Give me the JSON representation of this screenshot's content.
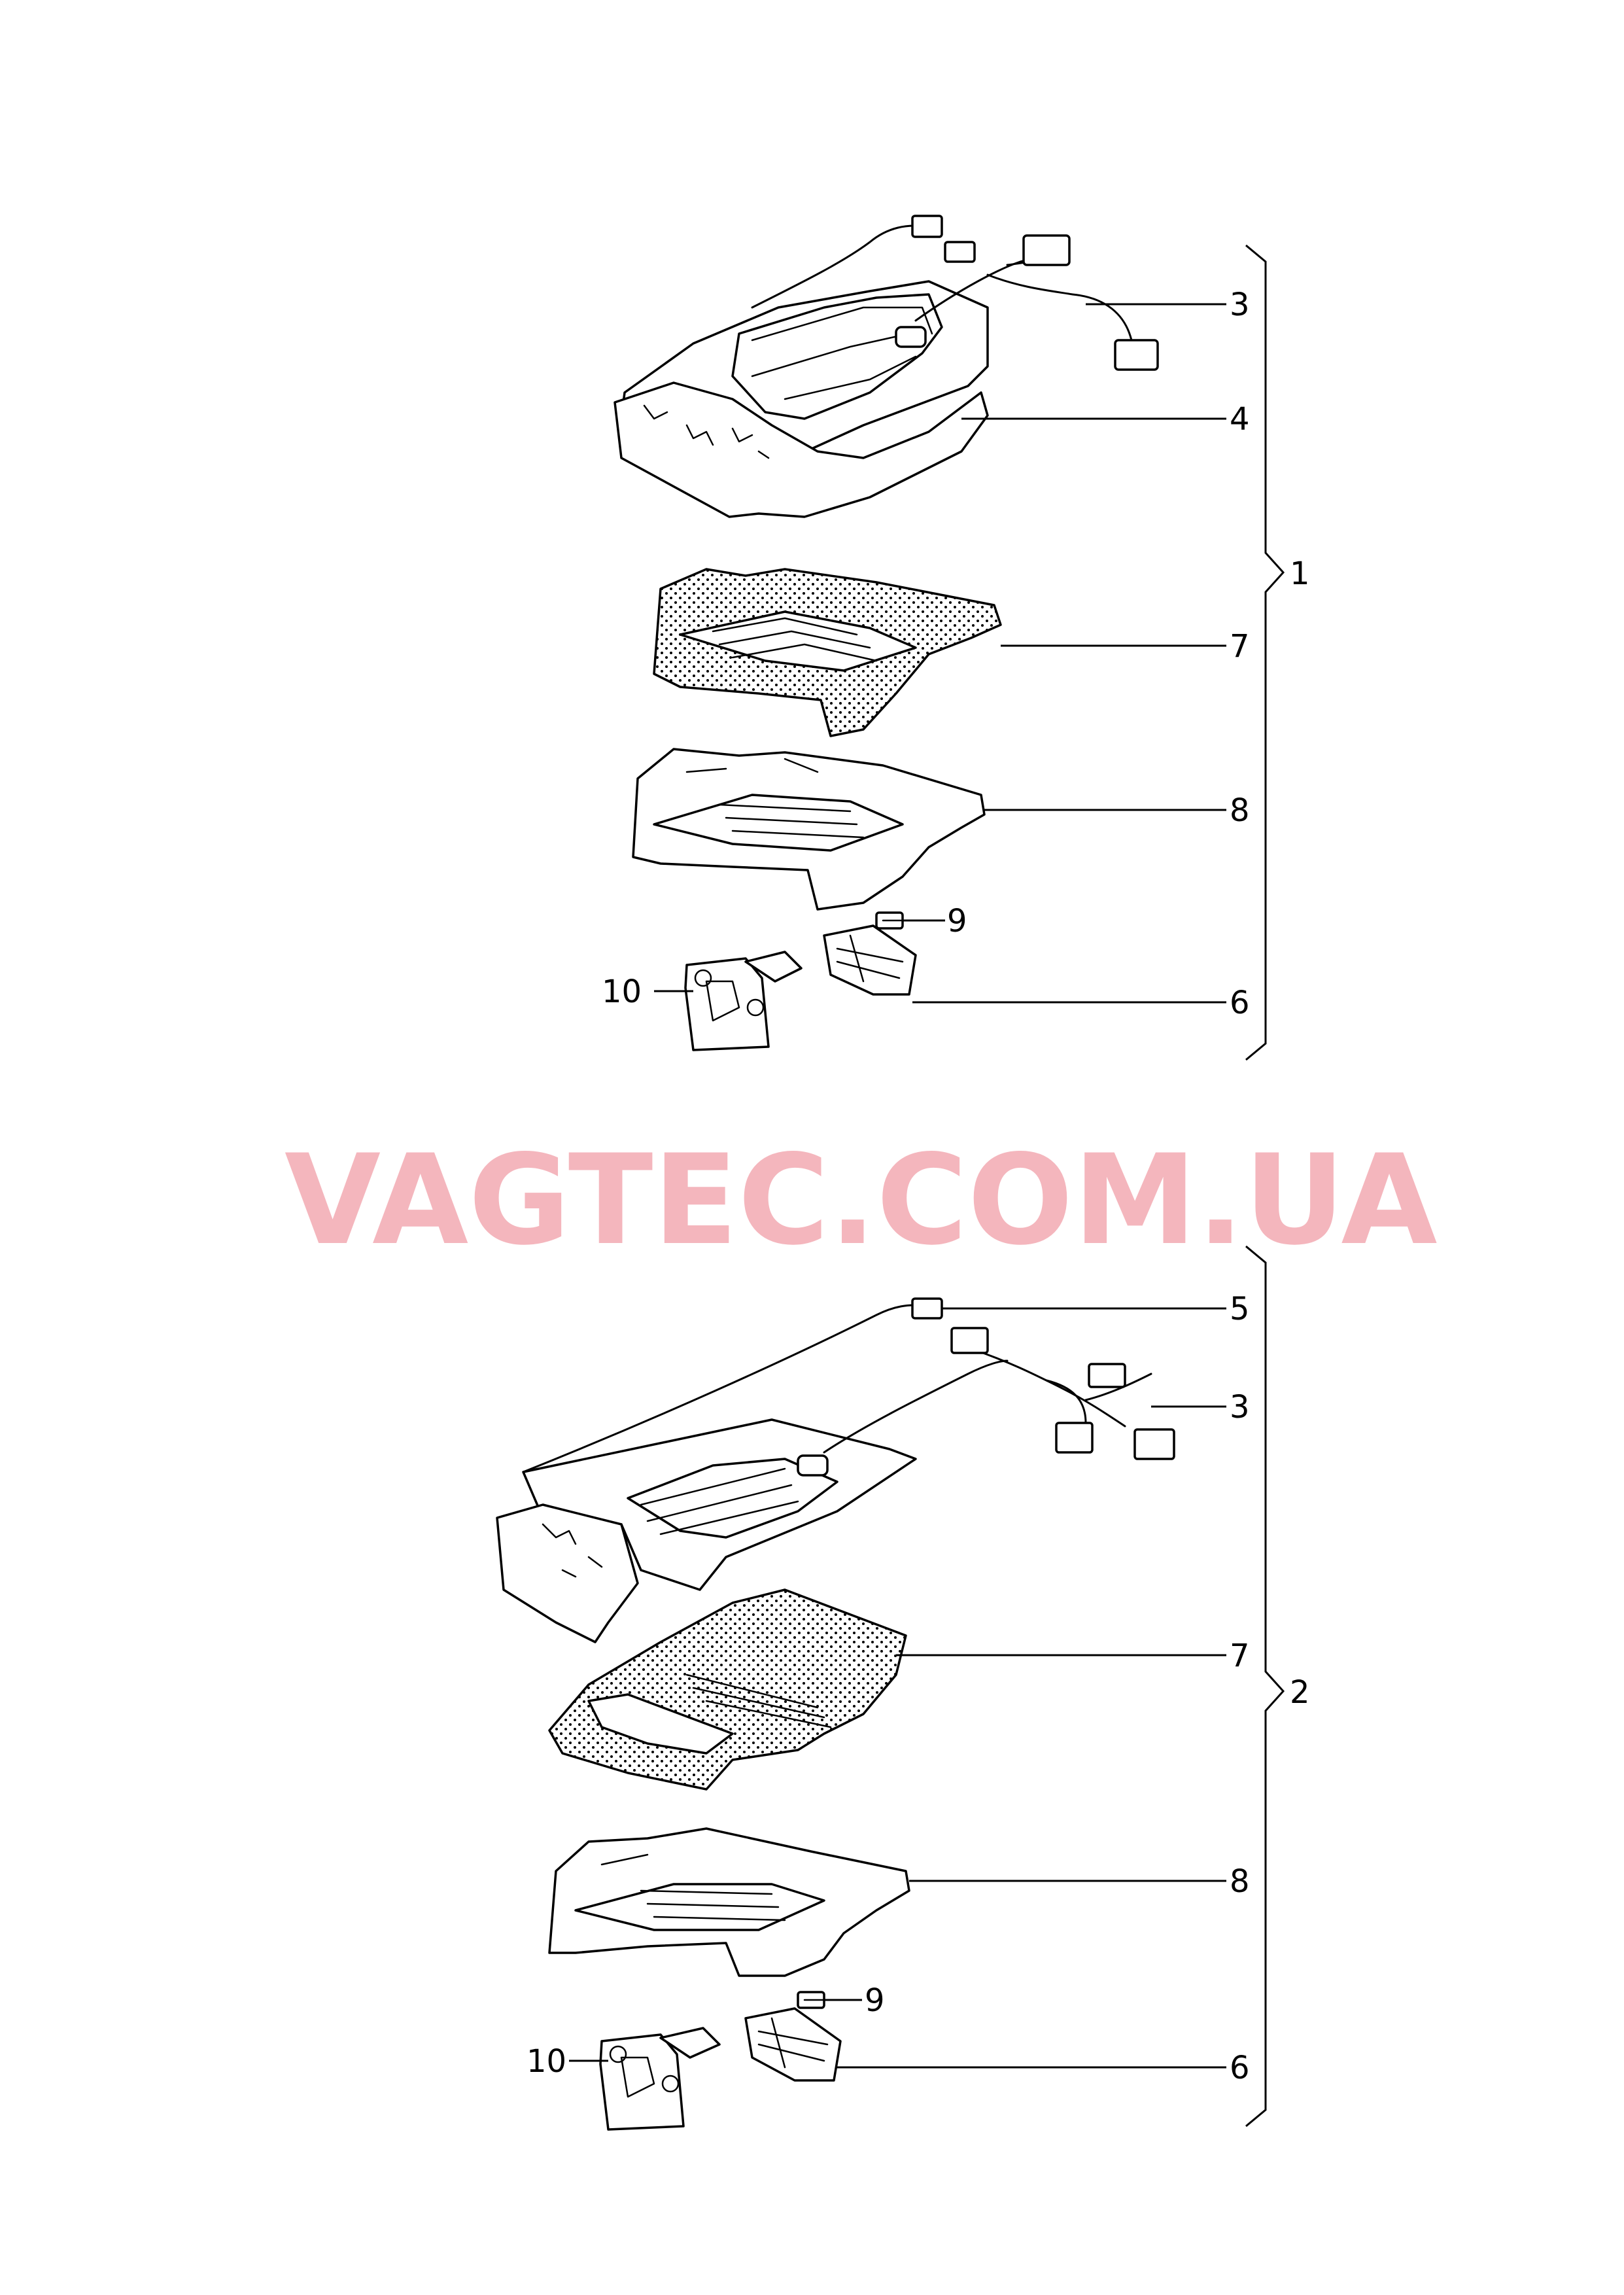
{
  "watermark": "VAGTEC.COM.UA",
  "group_top": {
    "group_number": "1",
    "callouts": {
      "wiring_harness": "3",
      "heating_element": "4",
      "cover": "7",
      "cushion": "8",
      "screw": "9",
      "bracket": "10",
      "control_unit": "6"
    }
  },
  "group_bottom": {
    "group_number": "2",
    "callouts": {
      "connector": "5",
      "wiring_harness": "3",
      "cover": "7",
      "cushion": "8",
      "screw": "9",
      "bracket": "10",
      "control_unit": "6"
    }
  }
}
